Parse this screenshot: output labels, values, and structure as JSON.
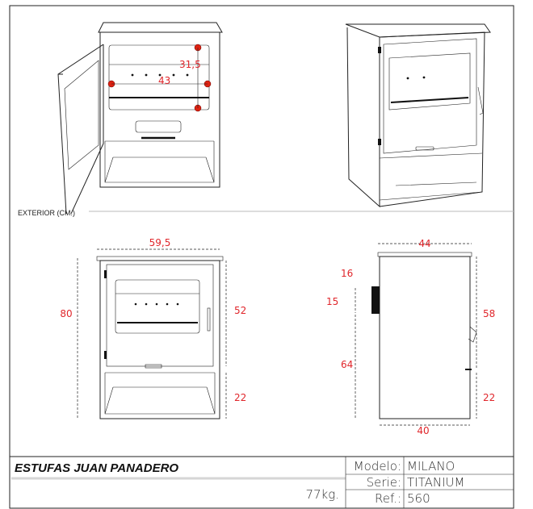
{
  "section_label": "EXTERIOR (CM.)",
  "callouts": {
    "door_width": "43",
    "door_height": "31,5"
  },
  "front_view": {
    "width": "59,5",
    "height": "80",
    "upper": "52",
    "lower": "22"
  },
  "side_view": {
    "depth_top": "44",
    "depth_bottom": "40",
    "flue_top": "16",
    "flue_diameter": "15",
    "flue_height": "64",
    "upper": "58",
    "lower": "22"
  },
  "title_block": {
    "company": "ESTUFAS JUAN PANADERO",
    "weight": "77kg.",
    "rows": [
      {
        "label": "Modelo:",
        "value": "MILANO"
      },
      {
        "label": "Serie:",
        "value": "TITANIUM"
      },
      {
        "label": "Ref.:",
        "value": "560"
      }
    ]
  },
  "colors": {
    "dimension": "#e0262b",
    "line": "#222222"
  }
}
